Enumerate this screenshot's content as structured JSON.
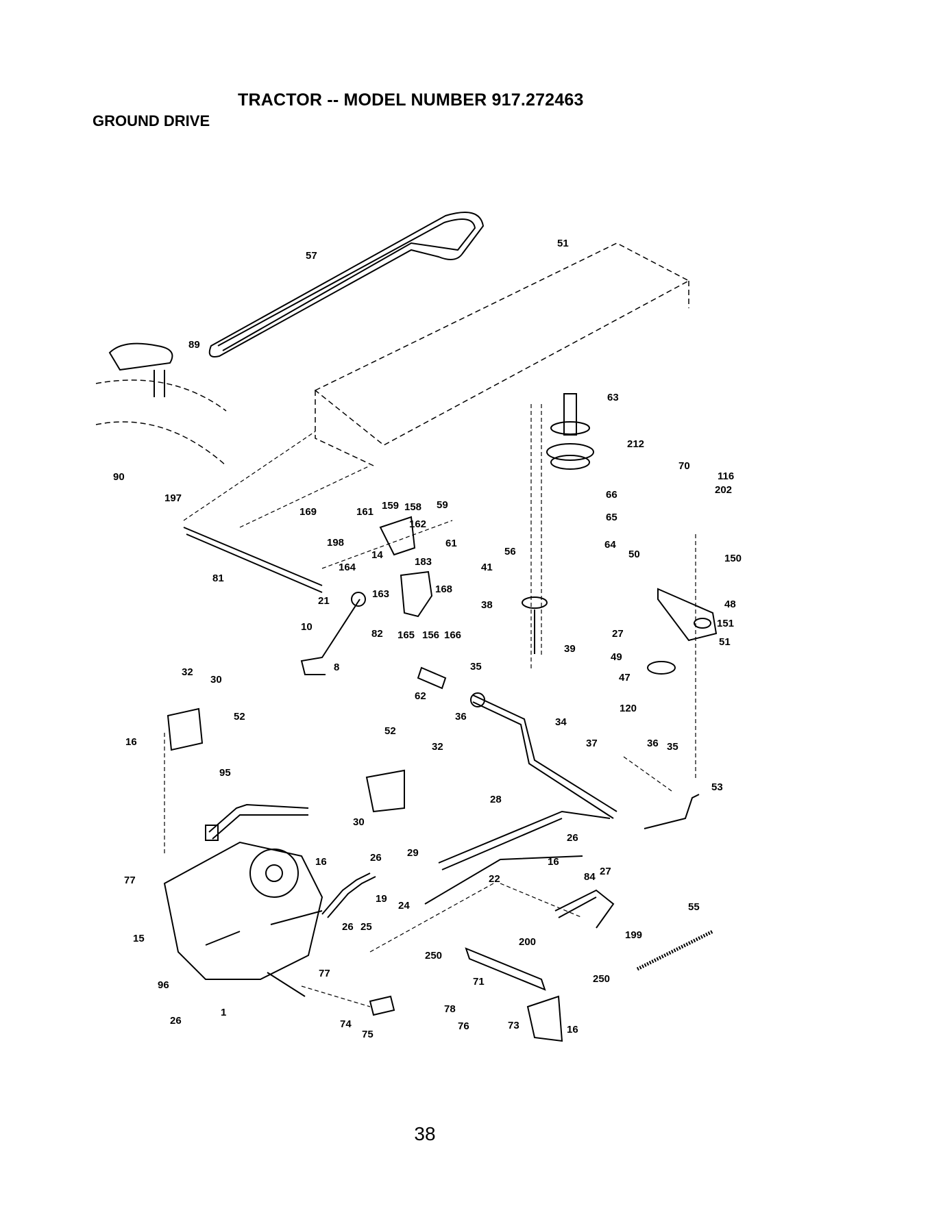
{
  "page_title": "TRACTOR -- MODEL NUMBER 917.272463",
  "section_title": "GROUND DRIVE",
  "page_number": "38",
  "callouts": [
    "57",
    "51",
    "89",
    "63",
    "212",
    "70",
    "116",
    "90",
    "197",
    "59",
    "66",
    "65",
    "202",
    "159",
    "158",
    "161",
    "169",
    "162",
    "198",
    "61",
    "56",
    "64",
    "50",
    "150",
    "81",
    "163",
    "164",
    "14",
    "41",
    "183",
    "168",
    "21",
    "38",
    "48",
    "10",
    "82",
    "165",
    "156",
    "166",
    "151",
    "51",
    "27",
    "39",
    "49",
    "47",
    "120",
    "8",
    "35",
    "62",
    "36",
    "32",
    "30",
    "52",
    "16",
    "34",
    "37",
    "36",
    "35",
    "52",
    "32",
    "53",
    "30",
    "95",
    "28",
    "26",
    "29",
    "26",
    "77",
    "16",
    "16",
    "84",
    "27",
    "22",
    "24",
    "19",
    "25",
    "26",
    "55",
    "199",
    "15",
    "200",
    "250",
    "250",
    "71",
    "96",
    "78",
    "74",
    "75",
    "76",
    "73",
    "16",
    "77",
    "26",
    "1"
  ]
}
